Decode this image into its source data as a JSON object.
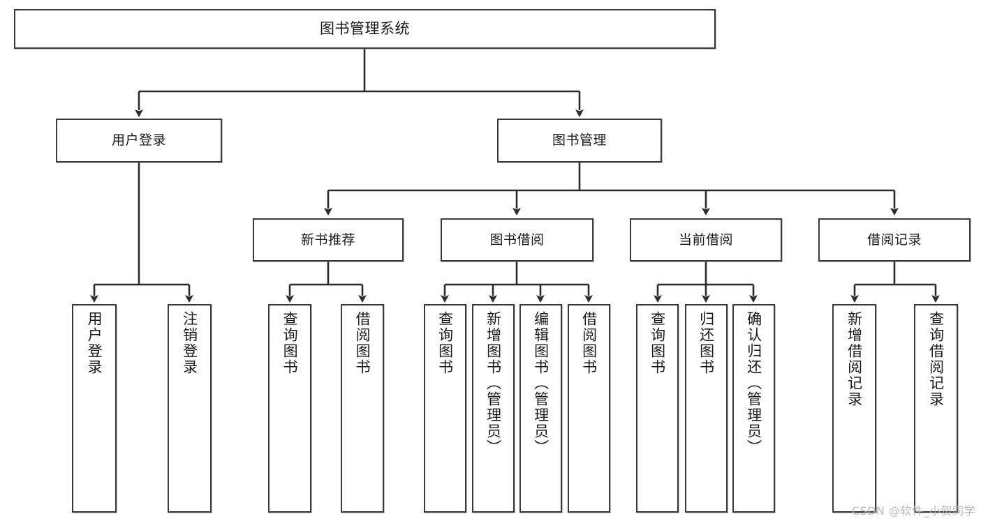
{
  "diagram": {
    "type": "tree",
    "title": "图书管理系统",
    "style": {
      "background": "#ffffff",
      "box_border": "#3a3a3a",
      "box_fill": "#ffffff",
      "text": "#1a1a1a",
      "connector": "#2b2b2b",
      "watermark_color": "#b9b9b9"
    },
    "root": {
      "label": "图书管理系统"
    },
    "level2": [
      {
        "id": "n_user_login",
        "label": "用户登录"
      },
      {
        "id": "n_book_manage",
        "label": "图书管理"
      }
    ],
    "level3": [
      {
        "id": "n_new_book",
        "label": "新书推荐"
      },
      {
        "id": "n_borrow",
        "label": "图书借阅"
      },
      {
        "id": "n_current",
        "label": "当前借阅"
      },
      {
        "id": "n_records",
        "label": "借阅记录"
      }
    ],
    "leaves": {
      "n_user_login": [
        {
          "id": "l_login",
          "label": "用户登录"
        },
        {
          "id": "l_logout",
          "label": "注销登录"
        }
      ],
      "n_new_book": [
        {
          "id": "l_q_book_1",
          "label": "查询图书"
        },
        {
          "id": "l_borrow_1",
          "label": "借阅图书"
        }
      ],
      "n_borrow": [
        {
          "id": "l_q_book_2",
          "label": "查询图书"
        },
        {
          "id": "l_add_book",
          "label": "新增图书（管理员）"
        },
        {
          "id": "l_edit_book",
          "label": "编辑图书（管理员）"
        },
        {
          "id": "l_borrow_2",
          "label": "借阅图书"
        }
      ],
      "n_current": [
        {
          "id": "l_q_book_3",
          "label": "查询图书"
        },
        {
          "id": "l_return",
          "label": "归还图书"
        },
        {
          "id": "l_confirm",
          "label": "确认归还（管理员）"
        }
      ],
      "n_records": [
        {
          "id": "l_add_rec",
          "label": "新增借阅记录"
        },
        {
          "id": "l_q_rec",
          "label": "查询借阅记录"
        }
      ]
    }
  },
  "watermark": {
    "text": "CSDN @软件_小贺同学"
  }
}
